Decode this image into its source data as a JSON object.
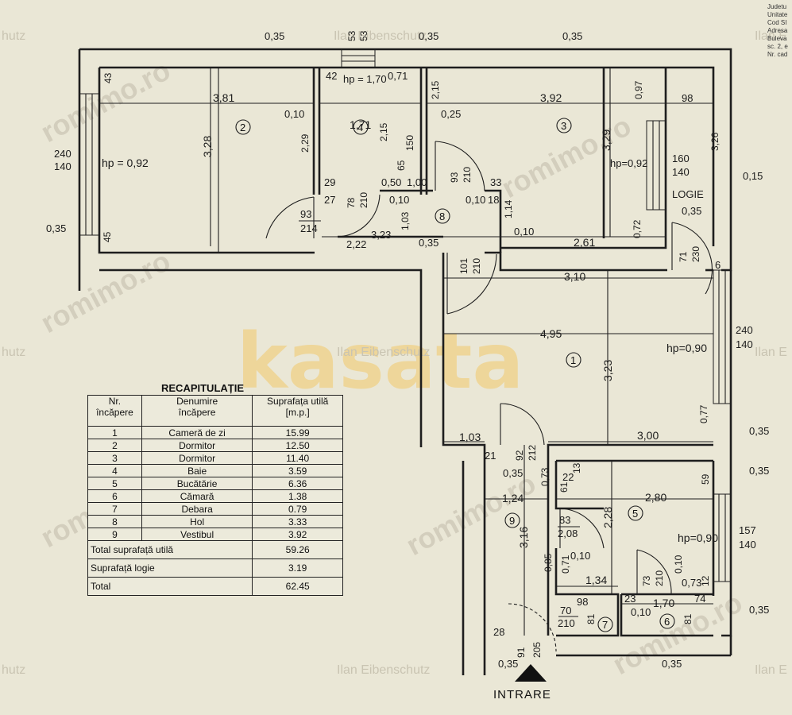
{
  "watermarks": {
    "brand": "kasata",
    "agent_name": "Ilan Eibenschutz",
    "agent_short_right": "Ilan E",
    "agent_short_left": "hutz",
    "site": "romimo.ro"
  },
  "title_block": [
    "Judetu",
    "Unitate",
    "Cod SI",
    "Adresa",
    "Buleva",
    "sc. 2, e",
    "Nr. cad"
  ],
  "entrance_label": "INTRARE",
  "rooms": [
    {
      "no": "1"
    },
    {
      "no": "2"
    },
    {
      "no": "3"
    },
    {
      "no": "4"
    },
    {
      "no": "5"
    },
    {
      "no": "6"
    },
    {
      "no": "7"
    },
    {
      "no": "8"
    },
    {
      "no": "9"
    }
  ],
  "heights": {
    "r2": "hp = 0,92",
    "r4": "hp = 1,70",
    "r3": "hp=0,92",
    "r1": "hp=0,90",
    "r5": "hp=0,90"
  },
  "logie_label": "LOGIE",
  "dims": {
    "d035_top1": "0,35",
    "d53": "53",
    "d035_top2": "0,35",
    "d035_top3": "0,35",
    "d43": "43",
    "d381": "3,81",
    "d42": "42",
    "d071": "0,71",
    "d215a": "2,15",
    "d392": "3,92",
    "d097": "0,97",
    "d98": "98",
    "d010a": "0,10",
    "d171": "1,71",
    "d025": "0,25",
    "d229": "2,29",
    "d328": "3,28",
    "d215b": "2,15",
    "d150": "150",
    "d329": "3,29",
    "d326": "3,26",
    "d65": "65",
    "d240_140_a": "240",
    "d240_140_b": "140",
    "d160": "160",
    "d140b": "140",
    "d015": "0,15",
    "d29": "29",
    "d27": "27",
    "d050": "0,50",
    "d100": "1,00",
    "d93a": "93",
    "d210a": "210",
    "d33": "33",
    "d18": "18",
    "d010b": "0,10",
    "d010c": "0,10",
    "d114": "1,14",
    "d78": "78",
    "d210b": "210",
    "d93b": "93",
    "d214": "214",
    "d035_left": "0,35",
    "d45": "45",
    "d103a": "1,03",
    "d323": "3,23",
    "d035_mid": "0,35",
    "d072": "0,72",
    "d035_logie": "0,35",
    "d010d": "0,10",
    "d222": "2,22",
    "d261": "2,61",
    "d71": "71",
    "d230": "230",
    "d6": "6",
    "d101": "101",
    "d210c": "210",
    "d310": "3,10",
    "d495": "4,95",
    "d240_r": "240",
    "d140_r": "140",
    "d323b": "3,23",
    "d077": "0,77",
    "d035_r1": "0,35",
    "d103b": "1,03",
    "d92": "92",
    "d212": "212",
    "d300": "3,00",
    "d21": "21",
    "d035_9": "0,35",
    "d073": "0,73",
    "d61": "61",
    "d22": "22",
    "d13": "13",
    "d59": "59",
    "d035_r2": "0,35",
    "d124": "1,24",
    "d280": "2,80",
    "d83": "83",
    "d208": "2,08",
    "d228": "2,28",
    "d157": "157",
    "d140_5": "140",
    "d316": "3,16",
    "d010e": "0,10",
    "d071b": "0,71",
    "d085": "0,85",
    "d134": "1,34",
    "d73": "73",
    "d210d": "210",
    "d010f": "0,10",
    "d073b": "0,73",
    "d12": "12",
    "d98b": "98",
    "d70": "70",
    "d210e": "210",
    "d81a": "81",
    "d23": "23",
    "d010g": "0,10",
    "d170": "1,70",
    "d74": "74",
    "d81b": "81",
    "d035_r3": "0,35",
    "d28": "28",
    "d91": "91",
    "d205": "205",
    "d035_b1": "0,35",
    "d035_b2": "0,35"
  },
  "recap": {
    "title": "RECAPITULAȚIE",
    "headers": [
      "Nr.\nîncăpere",
      "Denumire\nîncăpere",
      "Suprafața utilă\n[m.p.]"
    ],
    "rows": [
      {
        "nr": "1",
        "name": "Cameră de zi",
        "area": "15.99"
      },
      {
        "nr": "2",
        "name": "Dormitor",
        "area": "12.50"
      },
      {
        "nr": "3",
        "name": "Dormitor",
        "area": "11.40"
      },
      {
        "nr": "4",
        "name": "Baie",
        "area": "3.59"
      },
      {
        "nr": "5",
        "name": "Bucătărie",
        "area": "6.36"
      },
      {
        "nr": "6",
        "name": "Cămară",
        "area": "1.38"
      },
      {
        "nr": "7",
        "name": "Debara",
        "area": "0.79"
      },
      {
        "nr": "8",
        "name": "Hol",
        "area": "3.33"
      },
      {
        "nr": "9",
        "name": "Vestibul",
        "area": "3.92"
      }
    ],
    "totals": [
      {
        "label": "Total suprafață utilă",
        "value": "59.26"
      },
      {
        "label": "Suprafață logie",
        "value": "3.19"
      },
      {
        "label": "Total",
        "value": "62.45"
      }
    ]
  },
  "colors": {
    "ink": "#1e1e1e",
    "paper": "#eae7d6",
    "brand_watermark": "#f2c96a"
  }
}
